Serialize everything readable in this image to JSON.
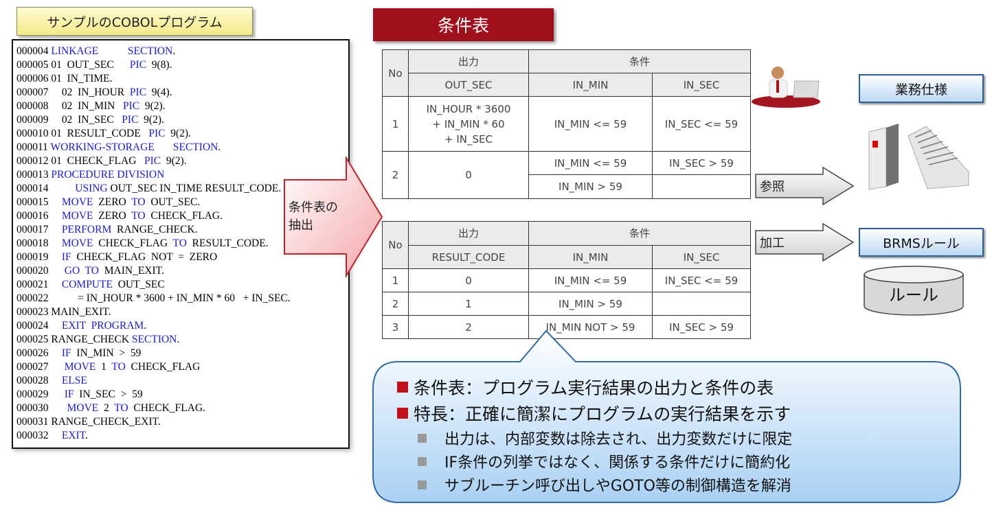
{
  "sample_tag": "サンプルのCOBOLプログラム",
  "main_title": "条件表",
  "code_lines": [
    [
      {
        "t": "000004 "
      },
      {
        "t": "LINKAGE           SECTION",
        "k": 1
      },
      {
        "t": "."
      }
    ],
    [
      {
        "t": "000005 01  OUT_SEC      "
      },
      {
        "t": "PIC",
        "k": 1
      },
      {
        "t": "  9(8)."
      }
    ],
    [
      {
        "t": "000006 01  IN_TIME."
      }
    ],
    [
      {
        "t": "000007     02  IN_HOUR  "
      },
      {
        "t": "PIC",
        "k": 1
      },
      {
        "t": "  9(4)."
      }
    ],
    [
      {
        "t": "000008     02  IN_MIN   "
      },
      {
        "t": "PIC",
        "k": 1
      },
      {
        "t": "  9(2)."
      }
    ],
    [
      {
        "t": "000009     02  IN_SEC   "
      },
      {
        "t": "PIC",
        "k": 1
      },
      {
        "t": "  9(2)."
      }
    ],
    [
      {
        "t": "000010 01  RESULT_CODE   "
      },
      {
        "t": "PIC",
        "k": 1
      },
      {
        "t": "  9(2)."
      }
    ],
    [
      {
        "t": "000011 "
      },
      {
        "t": "WORKING-STORAGE       SECTION",
        "k": 1
      },
      {
        "t": "."
      }
    ],
    [
      {
        "t": "000012 01  CHECK_FLAG   "
      },
      {
        "t": "PIC",
        "k": 1
      },
      {
        "t": "  9(2)."
      }
    ],
    [
      {
        "t": "000013 "
      },
      {
        "t": "PROCEDURE DIVISION",
        "k": 1
      }
    ],
    [
      {
        "t": "000014          "
      },
      {
        "t": "USING",
        "k": 1
      },
      {
        "t": " OUT_SEC IN_TIME RESULT_CODE."
      }
    ],
    [
      {
        "t": "000015     "
      },
      {
        "t": "MOVE",
        "k": 1
      },
      {
        "t": "  ZERO  "
      },
      {
        "t": "TO",
        "k": 1
      },
      {
        "t": "  OUT_SEC."
      }
    ],
    [
      {
        "t": "000016     "
      },
      {
        "t": "MOVE",
        "k": 1
      },
      {
        "t": "  ZERO  "
      },
      {
        "t": "TO",
        "k": 1
      },
      {
        "t": "  CHECK_FLAG."
      }
    ],
    [
      {
        "t": "000017     "
      },
      {
        "t": "PERFORM",
        "k": 1
      },
      {
        "t": "  RANGE_CHECK."
      }
    ],
    [
      {
        "t": "000018     "
      },
      {
        "t": "MOVE",
        "k": 1
      },
      {
        "t": "  CHECK_FLAG  "
      },
      {
        "t": "TO",
        "k": 1
      },
      {
        "t": "  RESULT_CODE."
      }
    ],
    [
      {
        "t": "000019     "
      },
      {
        "t": "IF",
        "k": 1
      },
      {
        "t": "  CHECK_FLAG  NOT  =  ZERO"
      }
    ],
    [
      {
        "t": "000020      "
      },
      {
        "t": "GO  TO",
        "k": 1
      },
      {
        "t": "  MAIN_EXIT."
      }
    ],
    [
      {
        "t": "000021     "
      },
      {
        "t": "COMPUTE",
        "k": 1
      },
      {
        "t": "  OUT_SEC"
      }
    ],
    [
      {
        "t": "000022           = IN_HOUR * 3600 + IN_MIN * 60   + IN_SEC."
      }
    ],
    [
      {
        "t": "000023 MAIN_EXIT."
      }
    ],
    [
      {
        "t": "000024     "
      },
      {
        "t": "EXIT  PROGRAM",
        "k": 1
      },
      {
        "t": "."
      }
    ],
    [
      {
        "t": "000025 RANGE_CHECK "
      },
      {
        "t": "SECTION",
        "k": 1
      },
      {
        "t": "."
      }
    ],
    [
      {
        "t": "000026     "
      },
      {
        "t": "IF",
        "k": 1
      },
      {
        "t": "  IN_MIN  >  59"
      }
    ],
    [
      {
        "t": "000027      "
      },
      {
        "t": "MOVE",
        "k": 1
      },
      {
        "t": "  1  "
      },
      {
        "t": "TO",
        "k": 1
      },
      {
        "t": "  CHECK_FLAG"
      }
    ],
    [
      {
        "t": "000028     "
      },
      {
        "t": "ELSE",
        "k": 1
      }
    ],
    [
      {
        "t": "000029      "
      },
      {
        "t": "IF",
        "k": 1
      },
      {
        "t": "  IN_SEC  >  59"
      }
    ],
    [
      {
        "t": "000030       "
      },
      {
        "t": "MOVE",
        "k": 1
      },
      {
        "t": "  2  "
      },
      {
        "t": "TO",
        "k": 1
      },
      {
        "t": "  CHECK_FLAG."
      }
    ],
    [
      {
        "t": "000031 RANGE_CHECK_EXIT."
      }
    ],
    [
      {
        "t": "000032     "
      },
      {
        "t": "EXIT",
        "k": 1
      },
      {
        "t": "."
      }
    ]
  ],
  "extract_arrow_label_1": "条件表の",
  "extract_arrow_label_2": "抽出",
  "table1": {
    "no": "No",
    "output": "出力",
    "condition": "条件",
    "col_out": "OUT_SEC",
    "col_min": "IN_MIN",
    "col_sec": "IN_SEC",
    "r1_no": "1",
    "r1_out_1": "IN_HOUR * 3600",
    "r1_out_2": "+ IN_MIN * 60",
    "r1_out_3": "+ IN_SEC",
    "r1_min": "IN_MIN <= 59",
    "r1_sec": "IN_SEC <= 59",
    "r2_no": "2",
    "r2_out": "0",
    "r2a_min": "IN_MIN <= 59",
    "r2a_sec": "IN_SEC > 59",
    "r2b_min": "IN_MIN > 59"
  },
  "table2": {
    "no": "No",
    "output": "出力",
    "condition": "条件",
    "col_out": "RESULT_CODE",
    "col_min": "IN_MIN",
    "col_sec": "IN_SEC",
    "rows": [
      {
        "no": "1",
        "out": "0",
        "min": "IN_MIN <= 59",
        "sec": "IN_SEC <= 59"
      },
      {
        "no": "2",
        "out": "1",
        "min": "IN_MIN > 59",
        "sec": ""
      },
      {
        "no": "3",
        "out": "2",
        "min": "IN_MIN NOT > 59",
        "sec": "IN_SEC > 59"
      }
    ]
  },
  "right": {
    "spec_label": "業務仕様",
    "refer_label": "参照",
    "process_label": "加工",
    "brms_label": "BRMSルール",
    "rule_db_label": "ルール"
  },
  "callout": {
    "b1": "条件表：プログラム実行結果の出力と条件の表",
    "b2": "特長：正確に簡潔にプログラムの実行結果を示す",
    "s1": "出力は、内部変数は除去され、出力変数だけに限定",
    "s2": "IF条件の列挙ではなく、関係する条件だけに簡約化",
    "s3": "サブルーチン呼び出しやGOTO等の制御構造を解消"
  }
}
